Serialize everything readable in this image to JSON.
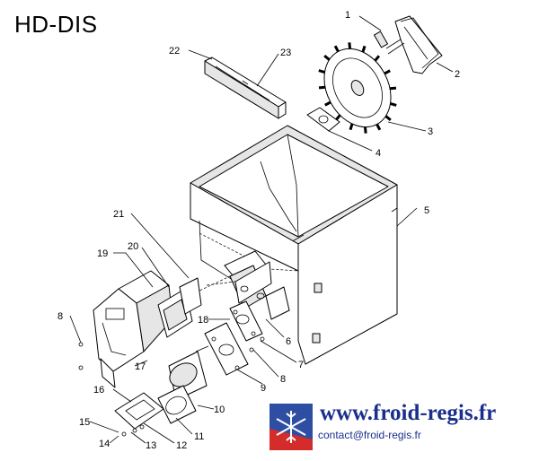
{
  "title": "HD-DIS",
  "callouts": [
    "1",
    "2",
    "3",
    "4",
    "5",
    "6",
    "7",
    "8",
    "8",
    "9",
    "10",
    "11",
    "12",
    "13",
    "14",
    "15",
    "16",
    "17",
    "18",
    "19",
    "20",
    "21",
    "22",
    "23"
  ],
  "contact": {
    "website": "www.froid-regis.fr",
    "email": "contact@froid-regis.fr"
  },
  "colors": {
    "text_blue": "#1a2f8c",
    "logo_blue": "#2d4ea3",
    "logo_red": "#d42b2b"
  },
  "icons": {
    "logo": "snowflake-icon"
  }
}
